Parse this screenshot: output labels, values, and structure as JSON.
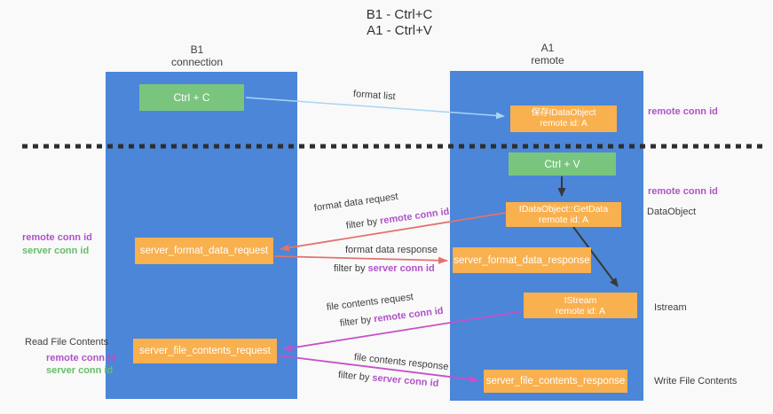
{
  "title": {
    "line1": "B1 - Ctrl+C",
    "line2": "A1 - Ctrl+V"
  },
  "lanes": {
    "left": {
      "name": "B1",
      "role": "connection"
    },
    "right": {
      "name": "A1",
      "role": "remote"
    }
  },
  "nodes": {
    "ctrl_c": {
      "label": "Ctrl + C"
    },
    "save_dataobject": {
      "line1": "保存IDataObject",
      "line2": "remote id: A"
    },
    "ctrl_v": {
      "label": "Ctrl + V"
    },
    "getdata": {
      "line1": "IDataObject::GetData",
      "line2": "remote id: A"
    },
    "format_request": {
      "label": "server_format_data_request"
    },
    "format_response": {
      "label": "server_format_data_response"
    },
    "istream": {
      "line1": "IStream",
      "line2": "remote id: A"
    },
    "file_request": {
      "label": "server_file_contents_request"
    },
    "file_response": {
      "label": "server_file_contents_response"
    }
  },
  "flow_labels": {
    "format_list": "format list",
    "format_request": {
      "line1": "format data request",
      "prefix": "filter by ",
      "key": "remote conn id"
    },
    "format_response": {
      "line1": "format data response",
      "prefix": "filter by ",
      "key": "server conn id"
    },
    "file_request": {
      "line1": "file contents request",
      "prefix": "filter by ",
      "key": "remote conn id"
    },
    "file_response": {
      "line1": "file contents response",
      "prefix": "filter by ",
      "key": "server conn id"
    }
  },
  "annotations": {
    "right_top_remote": "remote conn id",
    "right_mid_remote": "remote conn id",
    "right_dataobject": "DataObject",
    "right_istream": "Istream",
    "right_write": "Write File Contents",
    "left_remote_1": "remote conn id",
    "left_server_1": "server conn id",
    "left_read": "Read File Contents",
    "left_remote_2": "remote conn id",
    "left_server_2": "server conn id"
  },
  "colors": {
    "lane_blue": "#4b86d8",
    "green_box": "#7ac57e",
    "orange_box": "#f9b04e",
    "purple_label": "#b052c8",
    "green_label": "#67bd6a",
    "red_arrow": "#e2726e",
    "magenta_arrow": "#c750c9",
    "light_blue_arrow": "#a9d5f2",
    "black_arrow": "#383838"
  }
}
